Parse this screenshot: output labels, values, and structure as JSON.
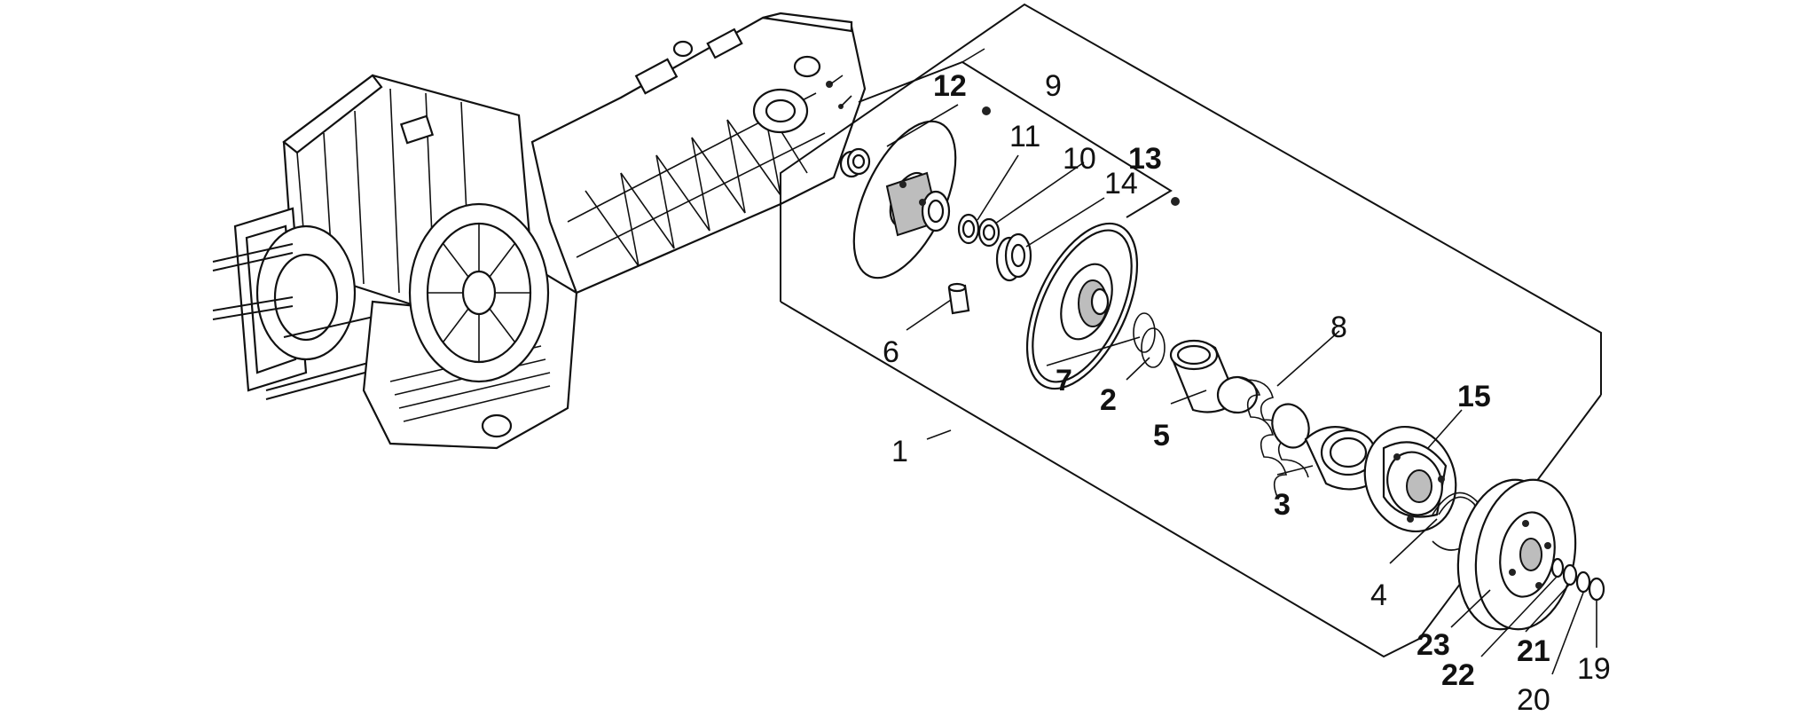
{
  "diagram": {
    "labels": {
      "l1": "1",
      "l2": "2",
      "l3": "3",
      "l4": "4",
      "l5": "5",
      "l6": "6",
      "l7": "7",
      "l8": "8",
      "l9": "9",
      "l10": "10",
      "l11": "11",
      "l12": "12",
      "l13": "13",
      "l14": "14",
      "l15": "15",
      "l19": "19",
      "l20": "20",
      "l21": "21",
      "l22": "22",
      "l23": "23"
    }
  }
}
